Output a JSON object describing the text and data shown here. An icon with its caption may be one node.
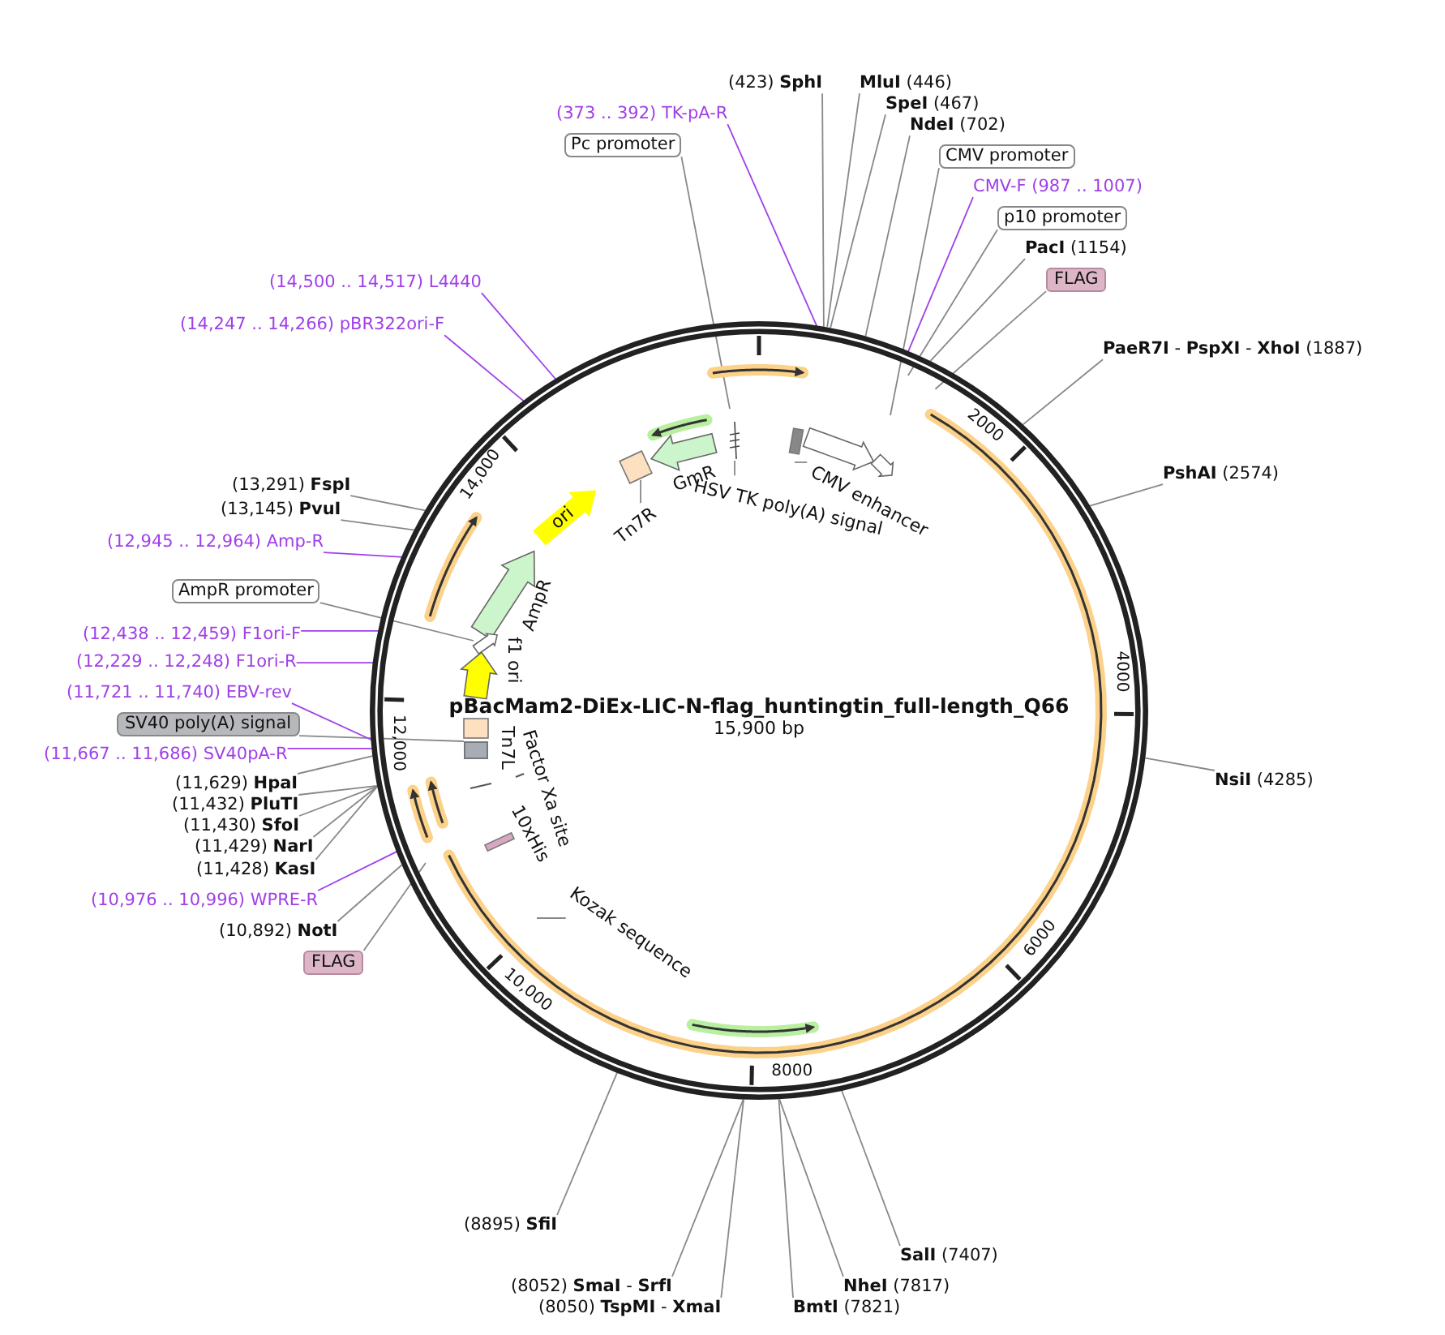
{
  "diagram": {
    "title": "pBacMam2-DiEx-LIC-N-flag_huntingtin_full-length_Q66",
    "nodes": [
      {
        "text": [
          "(14,500 .. 14,517) L4440"
        ]
      },
      {
        "text": [
          "(14,247 .. 14,266) pBR322ori-F"
        ]
      },
      {
        "text": [
          "(373 .. 392) TK-pA-R"
        ]
      },
      {
        "text": [
          "Pc promoter"
        ]
      },
      {
        "text": [
          "(423) **SphI**"
        ]
      },
      {
        "text": [
          "**MluI** (446)"
        ]
      },
      {
        "text": [
          "**SpeI** (467)"
        ]
      },
      {
        "text": [
          "**NdeI** (702)"
        ]
      },
      {
        "text": [
          "CMV promoter"
        ]
      },
      {
        "text": [
          "CMV-F (987 .. 1007)"
        ]
      },
      {
        "text": [
          "p10 promoter"
        ]
      },
      {
        "text": [
          "**PacI** (1154)"
        ]
      },
      {
        "text": [
          "FLAG"
        ]
      },
      {
        "text": [
          "**PaeR7I** - **PspXI** - **XhoI** (1887)"
        ]
      },
      {
        "text": [
          "**PshAI** (2574)"
        ]
      },
      {
        "text": [
          "**NsiI** (4285)"
        ]
      },
      {
        "text": [
          "**SalI** (7407)"
        ]
      },
      {
        "text": [
          "**NheI** (7817)"
        ]
      },
      {
        "text": [
          "**BmtI** (7821)"
        ]
      },
      {
        "text": [
          "(8052) **SmaI** - **SrfI**"
        ]
      },
      {
        "text": [
          "(8050) **TspMI** - **XmaI**"
        ]
      },
      {
        "text": [
          "(8895) **SfiI**"
        ]
      },
      {
        "text": [
          "FLAG"
        ]
      },
      {
        "text": [
          "(10,892) **NotI**"
        ]
      },
      {
        "text": [
          "(10,976 .. 10,996) WPRE-R"
        ]
      },
      {
        "text": [
          "(11,428) **KasI**"
        ]
      },
      {
        "text": [
          "(11,429) **NarI**"
        ]
      },
      {
        "text": [
          "(11,430) **SfoI**"
        ]
      },
      {
        "text": [
          "(11,432) **PluTI**"
        ]
      },
      {
        "text": [
          "(11,629) **HpaI**"
        ]
      },
      {
        "text": [
          "(11,667 .. 11,686) SV40pA-R"
        ]
      },
      {
        "text": [
          "SV40 poly(A) signal"
        ]
      },
      {
        "text": [
          "(11,721 .. 11,740) EBV-rev"
        ]
      },
      {
        "text": [
          "(12,229 .. 12,248) F1ori-R"
        ]
      },
      {
        "text": [
          "(12,438 .. 12,459) F1ori-F"
        ]
      },
      {
        "text": [
          "AmpR promoter"
        ]
      },
      {
        "text": [
          "(12,945 .. 12,964) Amp-R"
        ]
      },
      {
        "text": [
          "(13,145) **PvuI**"
        ]
      },
      {
        "text": [
          "(13,291) **FspI**"
        ]
      },
      {
        "text": [
          "Tn7R"
        ]
      },
      {
        "text": [
          "HSV TK poly(A) signal"
        ]
      },
      {
        "text": [
          "CMV enhancer"
        ]
      },
      {
        "text": [
          "ori"
        ]
      },
      {
        "text": [
          "Kozak sequence"
        ]
      },
      {
        "text": [],
        "shape": "box"
      }
    ],
    "edges": [
      {
        "from": 0,
        "to": null,
        "arrow": "none",
        "color": "#a040e8"
      },
      {
        "from": 1,
        "to": null,
        "arrow": "none",
        "color": "#a040e8"
      },
      {
        "from": 2,
        "to": null,
        "arrow": "none",
        "color": "#a040e8"
      },
      {
        "from": 3,
        "to": null,
        "arrow": "none"
      },
      {
        "from": 4,
        "to": null,
        "arrow": "none"
      },
      {
        "from": 5,
        "to": null,
        "arrow": "none"
      },
      {
        "from": 6,
        "to": null,
        "arrow": "none"
      },
      {
        "from": 7,
        "to": null,
        "arrow": "none"
      },
      {
        "from": 8,
        "to": null,
        "arrow": "none"
      },
      {
        "from": 9,
        "to": null,
        "arrow": "none",
        "color": "#a040e8"
      },
      {
        "from": 10,
        "to": null,
        "arrow": "none"
      },
      {
        "from": 11,
        "to": null,
        "arrow": "none"
      },
      {
        "from": 12,
        "to": null,
        "arrow": "none"
      },
      {
        "from": 13,
        "to": null,
        "arrow": "none"
      },
      {
        "from": 14,
        "to": null,
        "arrow": "none"
      },
      {
        "from": 15,
        "to": null,
        "arrow": "none"
      },
      {
        "from": 16,
        "to": null,
        "arrow": "none"
      },
      {
        "from": 17,
        "to": null,
        "arrow": "none"
      },
      {
        "from": 18,
        "to": null,
        "arrow": "none"
      },
      {
        "from": 19,
        "to": null,
        "arrow": "none"
      },
      {
        "from": 20,
        "to": null,
        "arrow": "none"
      },
      {
        "from": 21,
        "to": null,
        "arrow": "none"
      },
      {
        "from": 22,
        "to": null,
        "arrow": "none"
      },
      {
        "from": 23,
        "to": null,
        "arrow": "none"
      },
      {
        "from": 24,
        "to": null,
        "arrow": "none",
        "color": "#a040e8"
      },
      {
        "from": 25,
        "to": null,
        "arrow": "none"
      },
      {
        "from": 26,
        "to": null,
        "arrow": "none"
      },
      {
        "from": 27,
        "to": null,
        "arrow": "none"
      },
      {
        "from": 28,
        "to": null,
        "arrow": "none"
      },
      {
        "from": 29,
        "to": null,
        "arrow": "none"
      },
      {
        "from": 30,
        "to": null,
        "arrow": "none",
        "color": "#a040e8"
      },
      {
        "from": 31,
        "to": 44,
        "arrow": "none"
      },
      {
        "from": 32,
        "to": null,
        "arrow": "none",
        "color": "#a040e8"
      },
      {
        "from": 33,
        "to": null,
        "arrow": "none",
        "color": "#a040e8"
      },
      {
        "from": 34,
        "to": null,
        "arrow": "none",
        "color": "#a040e8"
      },
      {
        "from": 35,
        "to": null,
        "arrow": "none"
      },
      {
        "from": 36,
        "to": null,
        "arrow": "none",
        "color": "#a040e8"
      },
      {
        "from": 37,
        "to": null,
        "arrow": "none"
      },
      {
        "from": 38,
        "to": null,
        "arrow": "none"
      },
      {
        "from": 39,
        "to": null,
        "arrow": "none"
      },
      {
        "from": 40,
        "to": null,
        "arrow": "none"
      },
      {
        "from": 41,
        "to": null,
        "arrow": "none"
      },
      {
        "from": 43,
        "to": null,
        "arrow": "none"
      }
    ],
    "labels": [
      "GmR",
      "AmpR",
      "f1 ori",
      "Tn7L",
      "Factor Xa site",
      "10xHis",
      "2000",
      "4000",
      "6000",
      "8000",
      "10,000",
      "12,000",
      "14,000",
      "15,900 bp"
    ]
  }
}
